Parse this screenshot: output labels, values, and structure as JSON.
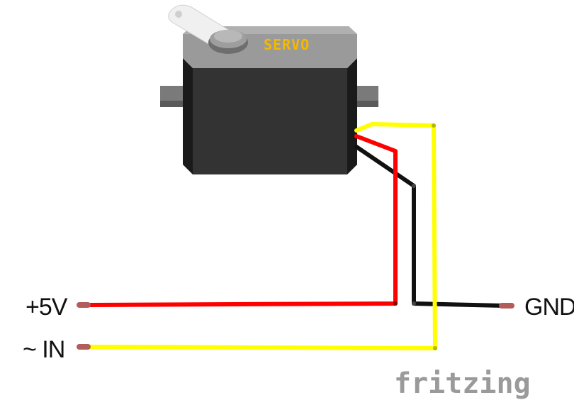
{
  "servo": {
    "label": "SERVO",
    "label_color": "#f5b800",
    "body_color": "#333333",
    "top_color": "#9a9a9a"
  },
  "pins": {
    "plus5v": "+5V",
    "input": "~ IN",
    "ground": "GND"
  },
  "wires": {
    "power": "#ff0000",
    "signal": "#ffff00",
    "ground": "#111111"
  },
  "watermark": "fritzing"
}
